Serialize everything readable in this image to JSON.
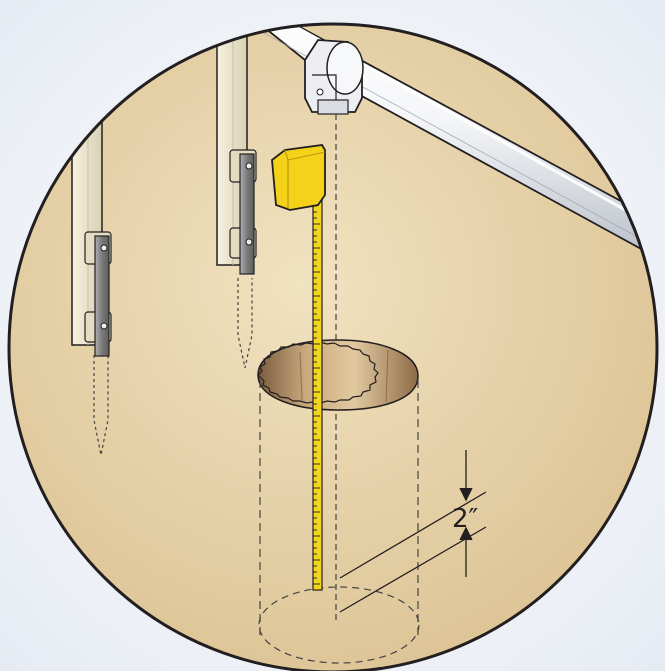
{
  "diagram": {
    "dimension_label": "2″",
    "colors": {
      "sky": "#eef2f8",
      "ground": "#e4cfa4",
      "pipe": "#dfe3ea",
      "tape": "#f2d61c",
      "sensor": "#f4d21a",
      "post": "#ece6cf",
      "bracket": "#8a8a8a",
      "outline": "#231f20"
    },
    "icons": [
      "overhead-pipe",
      "tee-fitting",
      "ultrasonic-sensor",
      "measuring-tape",
      "post-bracket",
      "hole",
      "dimension-arrows"
    ]
  }
}
